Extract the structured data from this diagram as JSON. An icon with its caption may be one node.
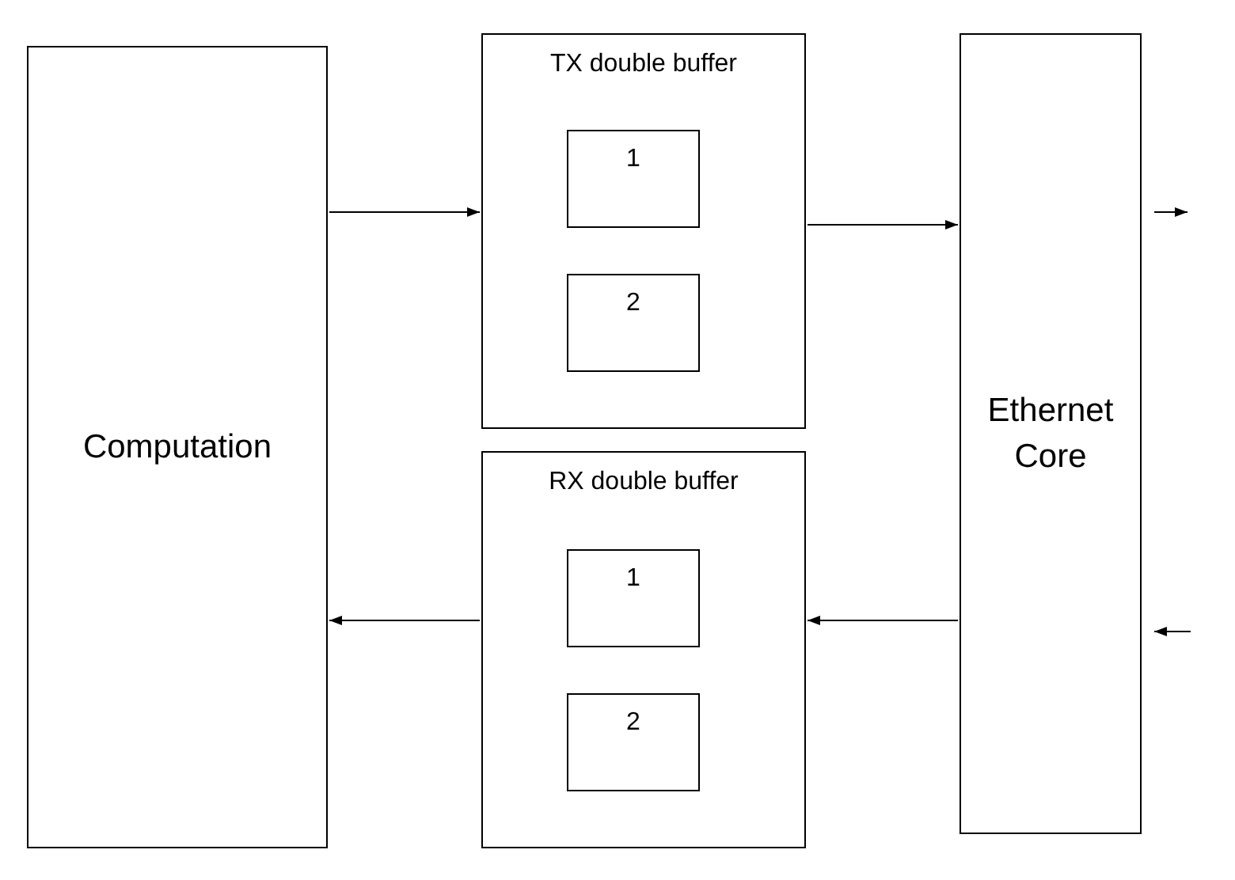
{
  "diagram": {
    "nodes": [
      {
        "text": [
          "Computation"
        ]
      },
      {
        "text": [
          "TX double buffer"
        ]
      },
      {
        "text": [
          "1"
        ],
        "in": 1
      },
      {
        "text": [
          "2"
        ],
        "in": 1
      },
      {
        "text": [
          "RX double buffer"
        ]
      },
      {
        "text": [
          "1"
        ],
        "in": 4
      },
      {
        "text": [
          "2"
        ],
        "in": 4
      },
      {
        "text": [
          "Ethernet Core"
        ]
      }
    ],
    "edges": [
      {
        "from": 0,
        "to": 1,
        "arrow": "to"
      },
      {
        "from": 1,
        "to": 7,
        "arrow": "to"
      },
      {
        "from": 7,
        "to": 4,
        "arrow": "to"
      },
      {
        "from": 4,
        "to": 0,
        "arrow": "to"
      },
      {
        "from": 7,
        "to": null,
        "arrow": "to"
      },
      {
        "from": null,
        "to": 7,
        "arrow": "to"
      }
    ]
  }
}
